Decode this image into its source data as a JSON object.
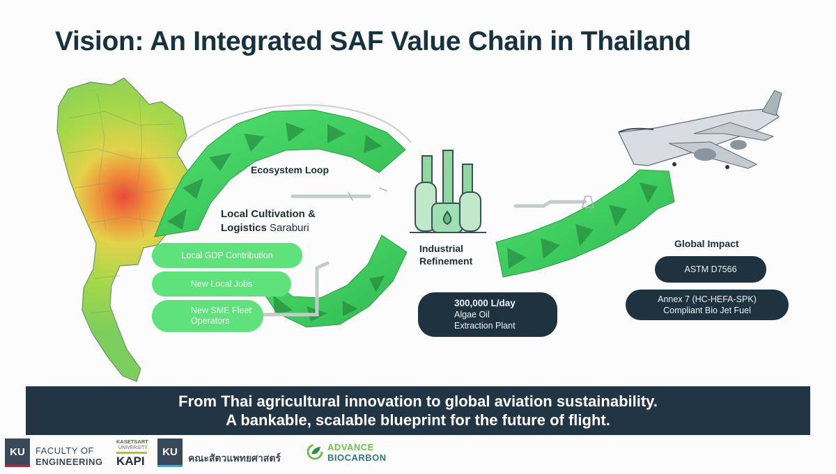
{
  "slide": {
    "title": "Vision: An Integrated SAF Value Chain in Thailand"
  },
  "diagram": {
    "ecosystem_label": "Ecosystem Loop",
    "cultivation": {
      "line1": "Local Cultivation &",
      "line2_bold": "Logistics",
      "line2_light": "Saraburi"
    },
    "cultivation_items": [
      "Local GDP Contribution",
      "New Local Jobs",
      "New SME Fleet",
      "Operators"
    ],
    "refinement": {
      "line1": "Industrial",
      "line2": "Refinement"
    },
    "plant": {
      "line1": "300,000 L/day",
      "line2": "Algae Oil",
      "line3": "Extraction Plant"
    },
    "impact": {
      "title": "Global Impact",
      "standard": "ASTM D7566",
      "annex_line1": "Annex 7 (HC-HEFA-SPK)",
      "annex_line2": "Compliant Bio Jet Fuel"
    }
  },
  "banner": {
    "line1": "From Thai agricultural innovation to global aviation sustainability.",
    "line2": "A bankable, scalable blueprint for the future of flight."
  },
  "footer": {
    "logos": [
      {
        "box": "KU",
        "line1": "FACULTY OF",
        "line2": "ENGINEERING"
      },
      {
        "line1": "KASETSART",
        "line2": "UNIVERSITY",
        "line3": "KAPI"
      },
      {
        "box": "KU",
        "text": "คณะสัตวแพทยศาสตร์"
      },
      {
        "line1": "ADVANCE",
        "line2": "BIOCARBON"
      }
    ]
  },
  "colors": {
    "title": "#17313f",
    "chevron_green": "#4ee06d",
    "pill_green": "#5fe27b",
    "dark_navy": "#1f3240",
    "banner": "#223545"
  },
  "icons": [
    "thailand-map-icon",
    "refinery-icon",
    "airplane-icon",
    "pipeline-icon",
    "leaf-logo-icon"
  ]
}
